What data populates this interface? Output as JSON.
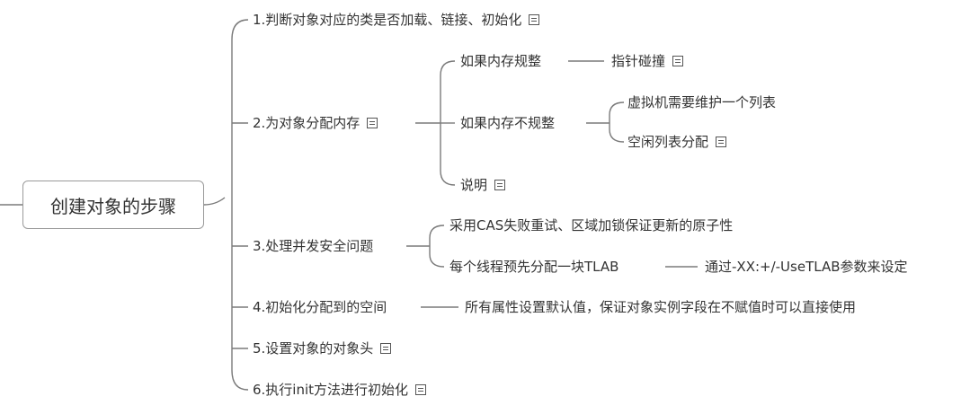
{
  "root": {
    "label": "创建对象的步骤"
  },
  "branches": {
    "b1": {
      "label": "1.判断对象对应的类是否加载、链接、初始化"
    },
    "b2": {
      "label": "2.为对象分配内存",
      "c1": {
        "label": "如果内存规整",
        "d1": "指针碰撞"
      },
      "c2": {
        "label": "如果内存不规整",
        "d1": "虚拟机需要维护一个列表",
        "d2": "空闲列表分配"
      },
      "c3": {
        "label": "说明"
      }
    },
    "b3": {
      "label": "3.处理并发安全问题",
      "c1": {
        "label": "采用CAS失败重试、区域加锁保证更新的原子性"
      },
      "c2": {
        "label": "每个线程预先分配一块TLAB",
        "d1": "通过-XX:+/-UseTLAB参数来设定"
      }
    },
    "b4": {
      "label": "4.初始化分配到的空间",
      "d1": "所有属性设置默认值，保证对象实例字段在不赋值时可以直接使用"
    },
    "b5": {
      "label": "5.设置对象的对象头"
    },
    "b6": {
      "label": "6.执行init方法进行初始化"
    }
  },
  "icons": {
    "note": "note-icon"
  },
  "colors": {
    "line": "#7a7a7a",
    "text": "#333333",
    "root_border": "#9a9a9a"
  }
}
